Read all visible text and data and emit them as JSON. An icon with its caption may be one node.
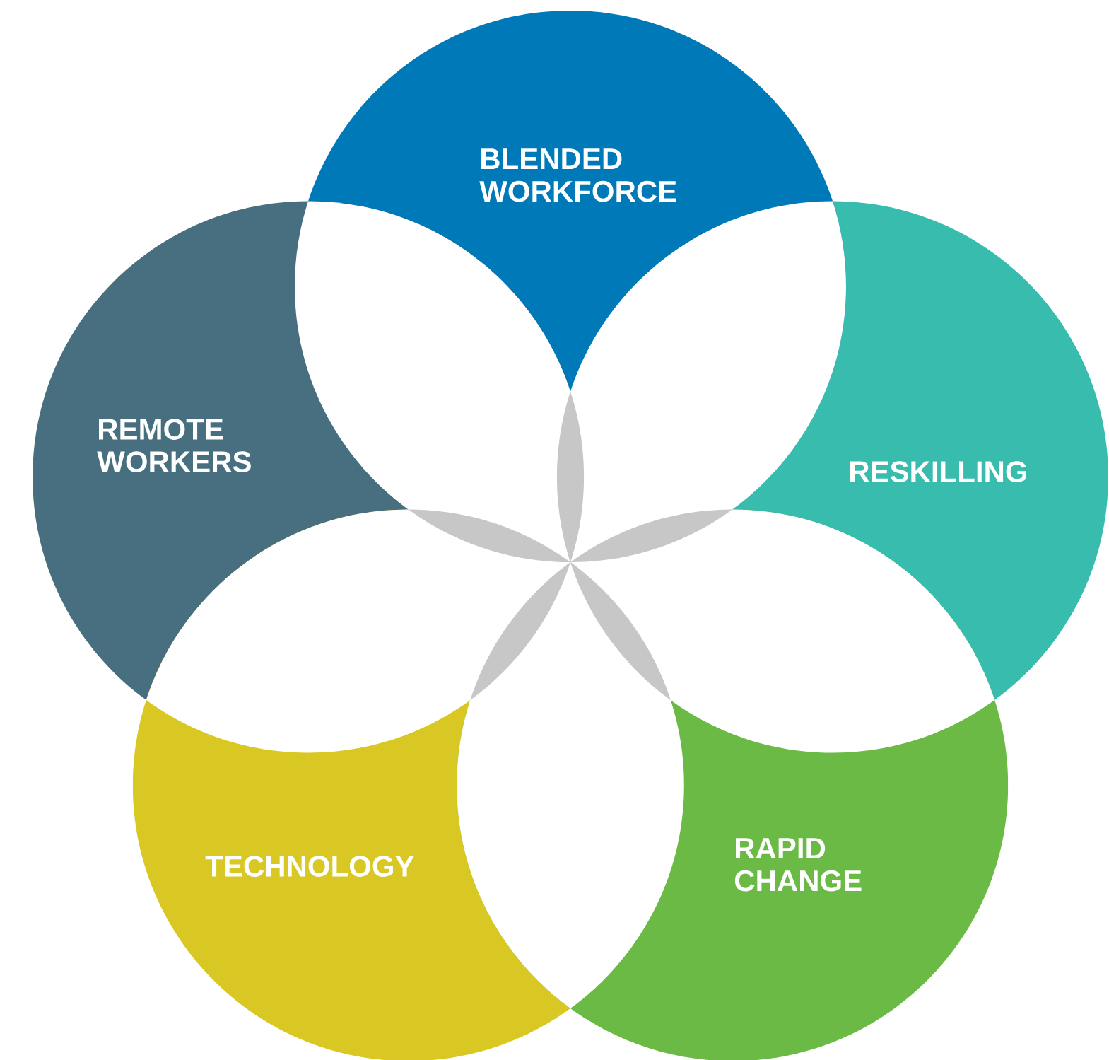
{
  "diagram": {
    "nodes": [
      {
        "text": [
          "BLENDED WORKFORCE"
        ]
      },
      {
        "text": [
          "REMOTE WORKERS"
        ]
      },
      {
        "text": [
          "RESKILLING"
        ]
      },
      {
        "text": [
          "TECHNOLOGY"
        ]
      },
      {
        "text": [
          "RAPID CHANGE"
        ]
      }
    ]
  }
}
